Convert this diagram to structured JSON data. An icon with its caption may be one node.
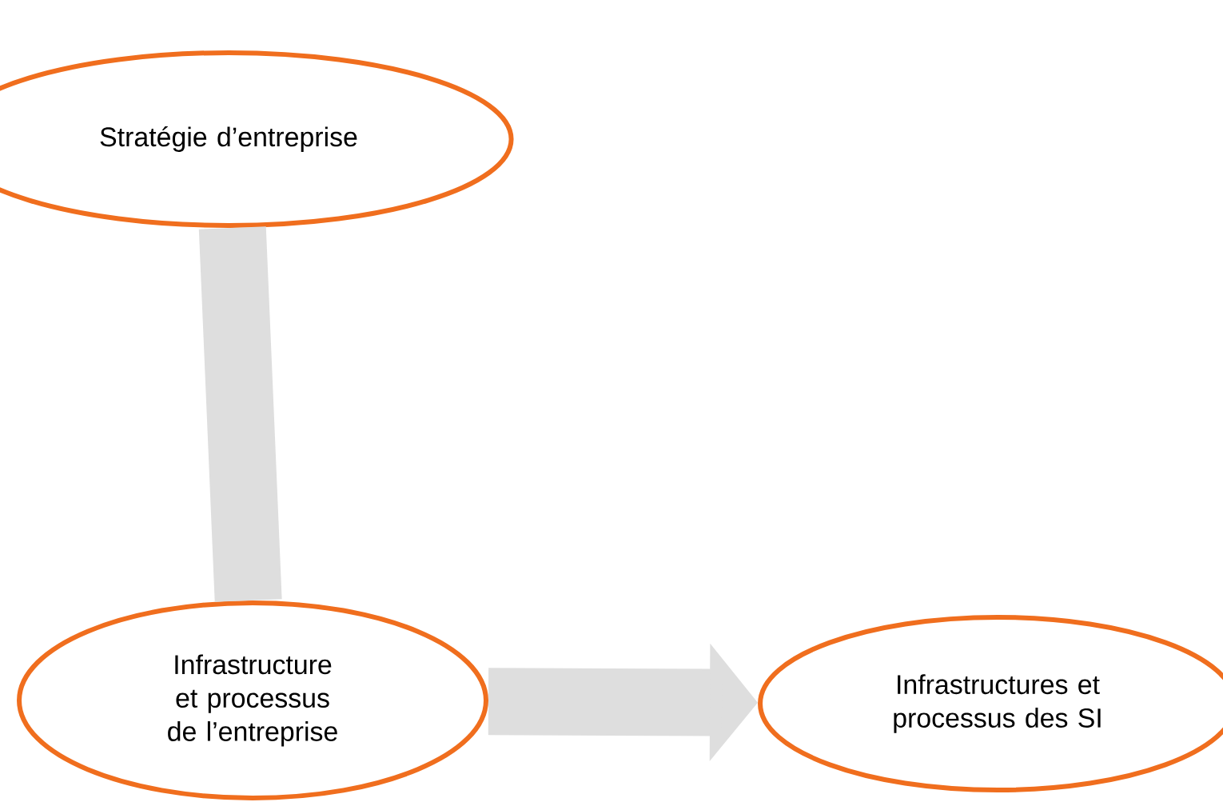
{
  "diagram": {
    "nodes": [
      {
        "text": [
          "Stratégie d’entreprise"
        ]
      },
      {
        "text": [
          "Infrastructure et processus de l’entreprise"
        ]
      },
      {
        "text": [
          "Infrastructures et processus des SI"
        ]
      }
    ],
    "edges": [
      {
        "from": 0,
        "to": 1,
        "arrow": "none"
      },
      {
        "from": 1,
        "to": 2,
        "arrow": "to"
      }
    ]
  }
}
